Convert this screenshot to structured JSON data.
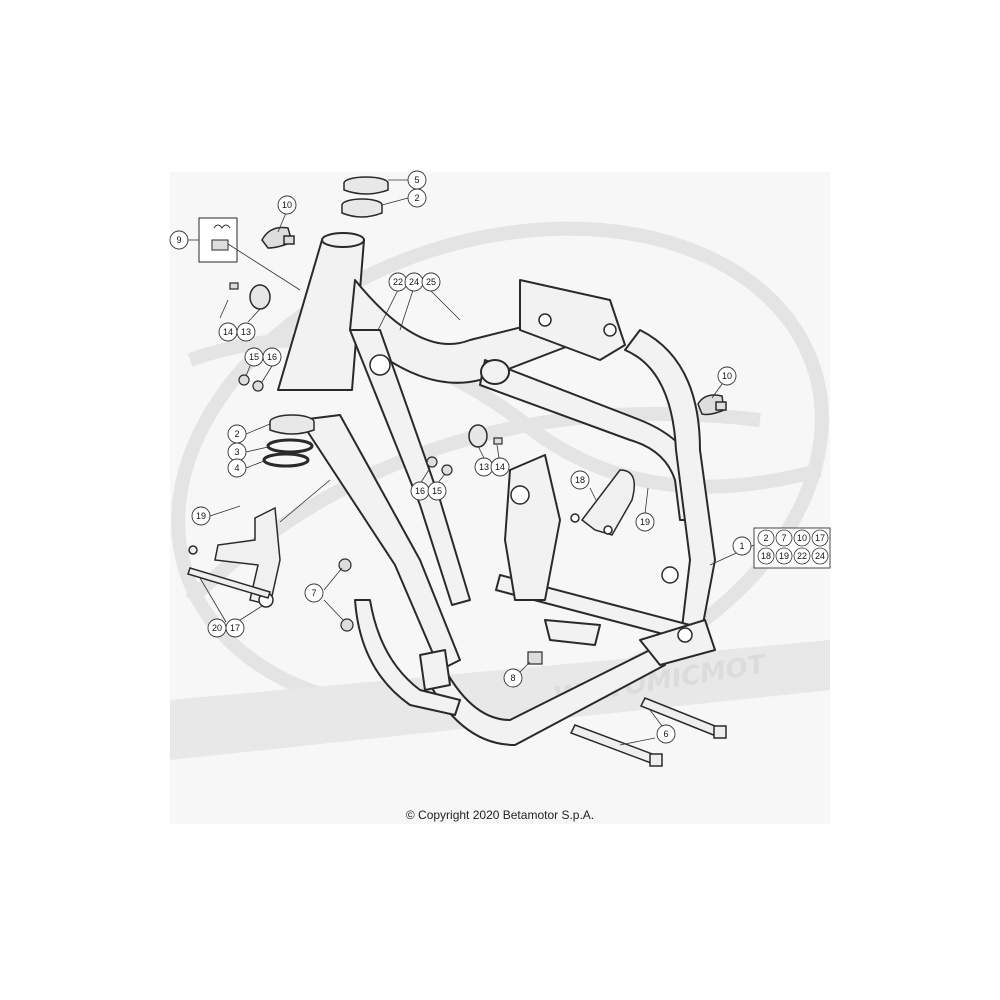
{
  "copyright": "© Copyright 2020 Betamotor S.p.A.",
  "watermark_text": "W.ATOMICMOT",
  "colors": {
    "line": "#2a2a2a",
    "frame_fill": "#f2f2f2",
    "watermark": "#e6e6e6",
    "background_panel": "#f7f7f7"
  },
  "callouts": [
    {
      "id": "c1",
      "label": "1"
    },
    {
      "id": "c2a",
      "label": "2"
    },
    {
      "id": "c2b",
      "label": "2"
    },
    {
      "id": "c3",
      "label": "3"
    },
    {
      "id": "c4",
      "label": "4"
    },
    {
      "id": "c5",
      "label": "5"
    },
    {
      "id": "c6",
      "label": "6"
    },
    {
      "id": "c7",
      "label": "7"
    },
    {
      "id": "c8",
      "label": "8"
    },
    {
      "id": "c9",
      "label": "9"
    },
    {
      "id": "c10a",
      "label": "10"
    },
    {
      "id": "c10b",
      "label": "10"
    },
    {
      "id": "c13a",
      "label": "13"
    },
    {
      "id": "c13b",
      "label": "13"
    },
    {
      "id": "c14a",
      "label": "14"
    },
    {
      "id": "c14b",
      "label": "14"
    },
    {
      "id": "c15a",
      "label": "15"
    },
    {
      "id": "c15b",
      "label": "15"
    },
    {
      "id": "c16a",
      "label": "16"
    },
    {
      "id": "c16b",
      "label": "16"
    },
    {
      "id": "c17",
      "label": "17"
    },
    {
      "id": "c18",
      "label": "18"
    },
    {
      "id": "c19a",
      "label": "19"
    },
    {
      "id": "c19b",
      "label": "19"
    },
    {
      "id": "c20",
      "label": "20"
    },
    {
      "id": "c22",
      "label": "22"
    },
    {
      "id": "c24",
      "label": "24"
    },
    {
      "id": "c25",
      "label": "25"
    }
  ],
  "kit_box": [
    "2",
    "7",
    "10",
    "17",
    "18",
    "19",
    "22",
    "24"
  ]
}
